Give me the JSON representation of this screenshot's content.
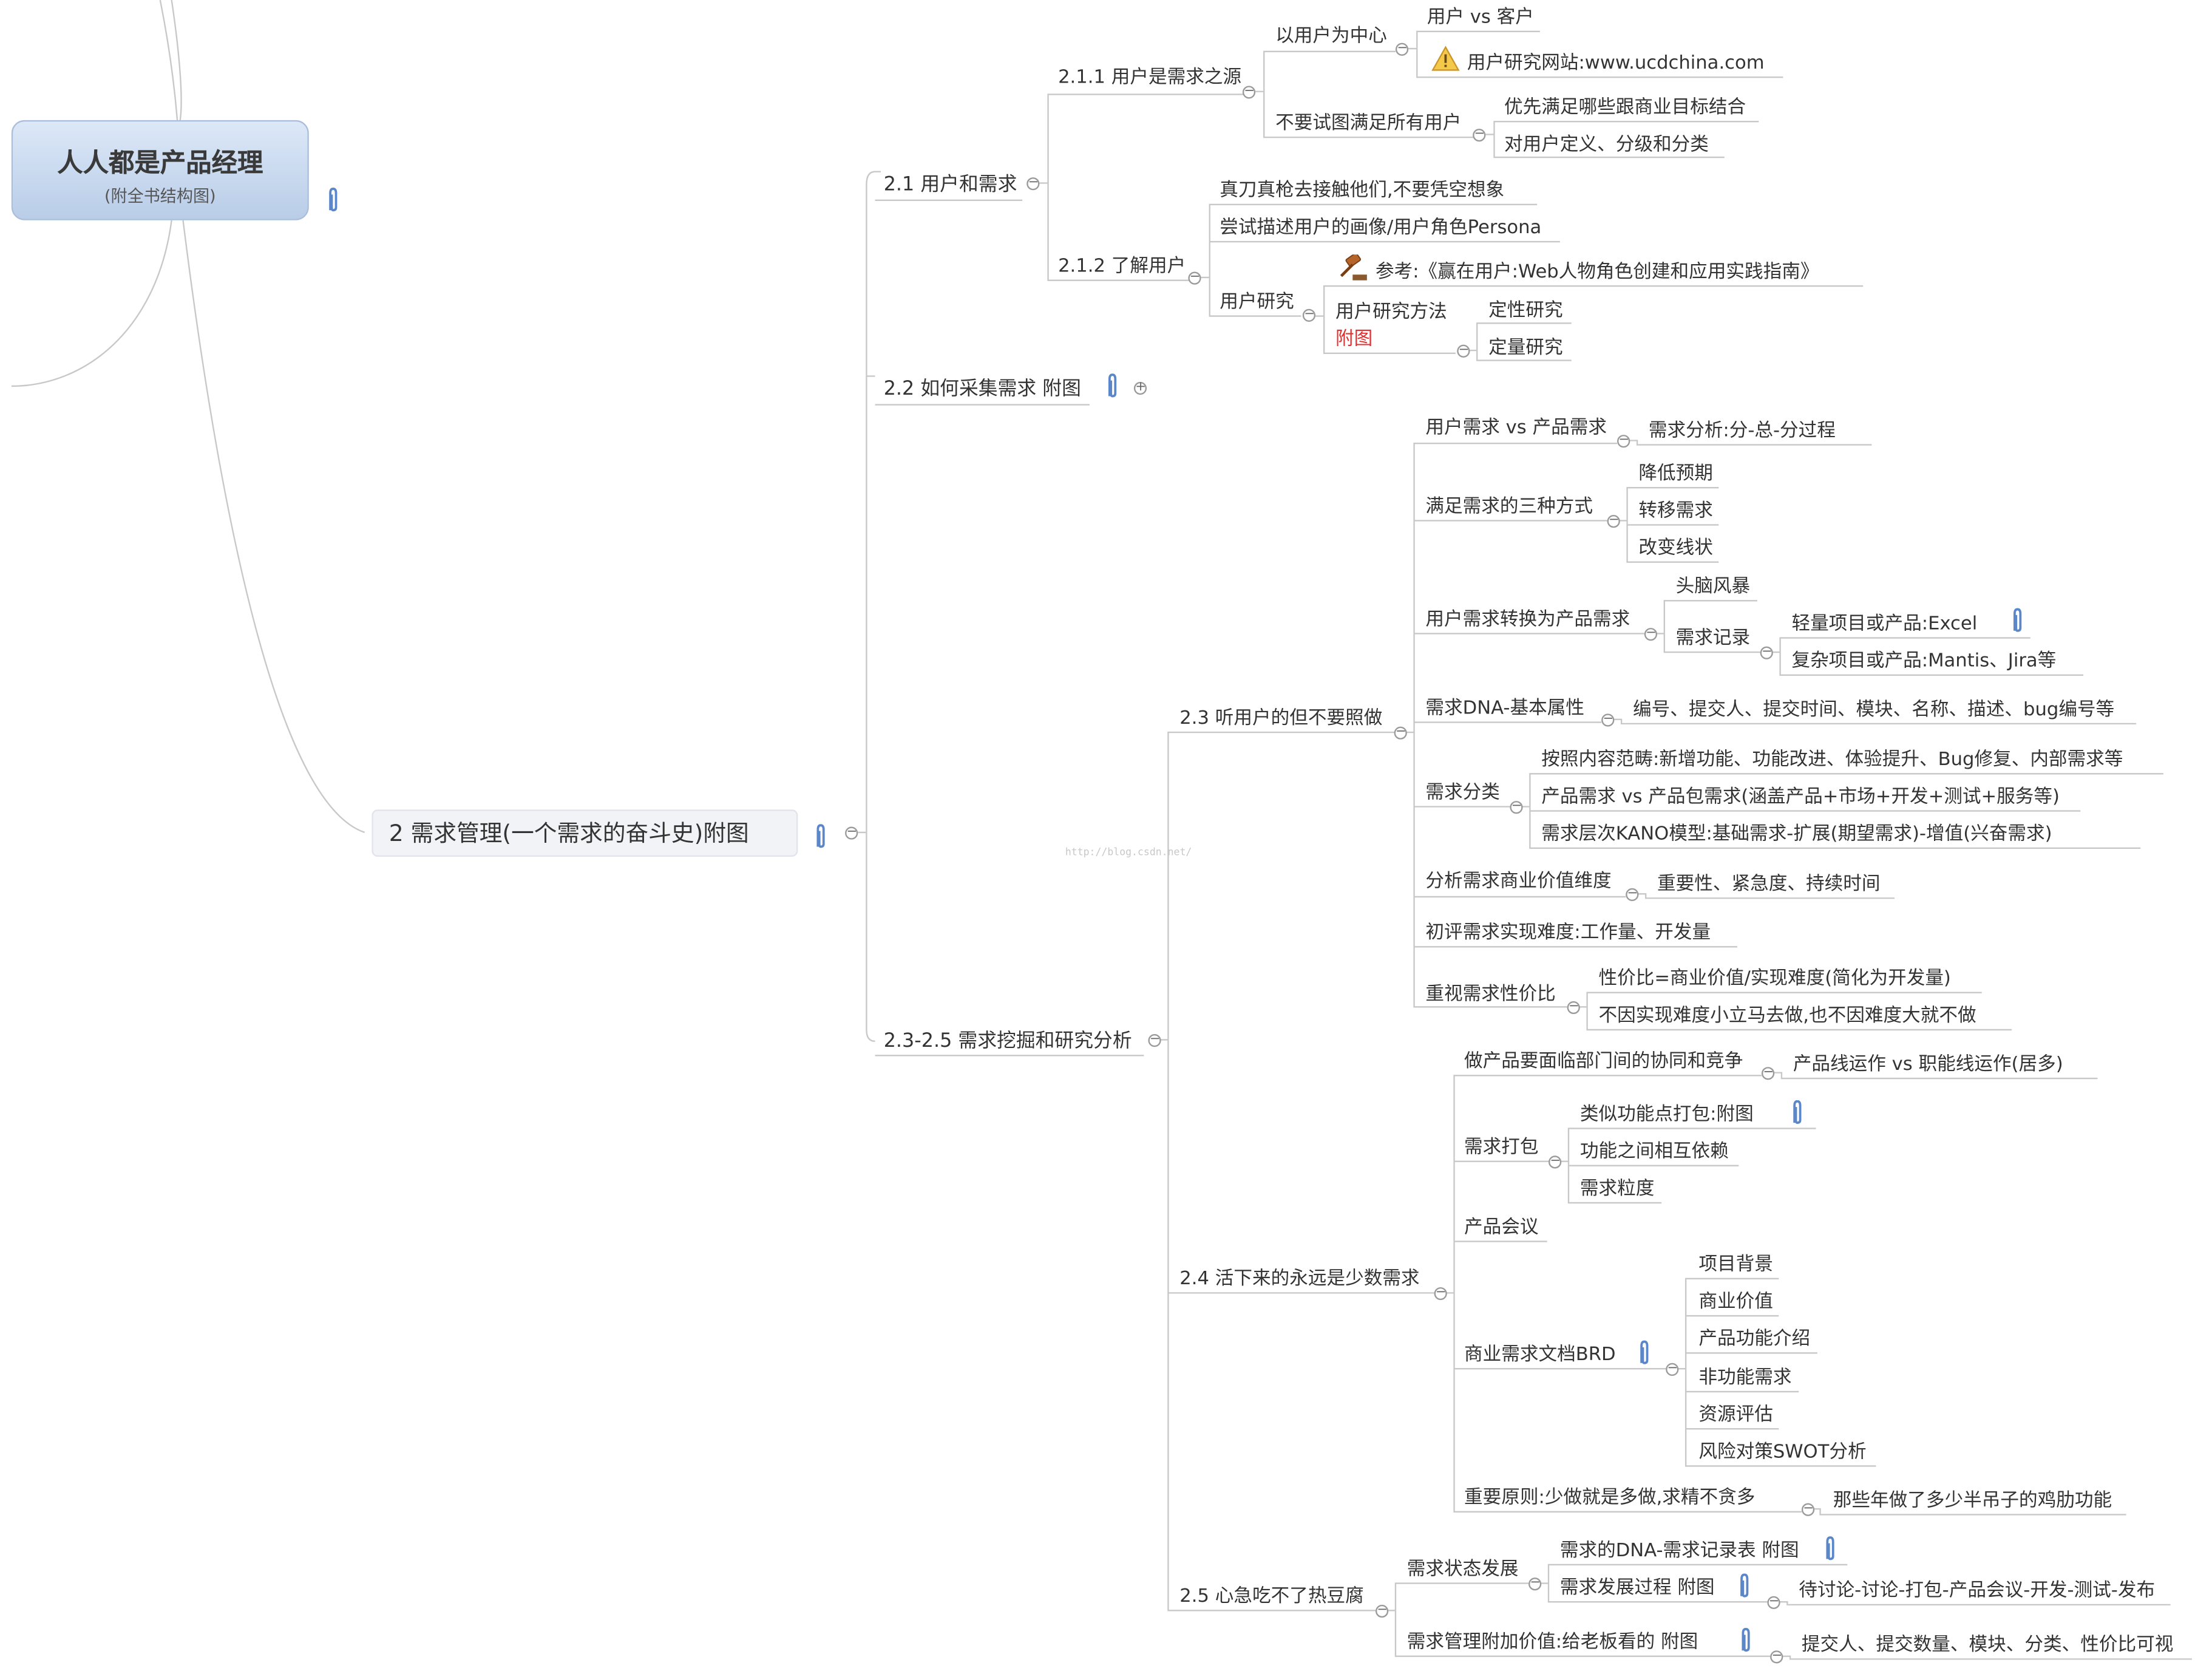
{
  "root": {
    "title": "人人都是产品经理",
    "subtitle": "(附全书结构图)"
  },
  "main_topic": "2 需求管理(一个需求的奋斗史)附图",
  "watermark": "http://blog.csdn.net/",
  "s21": {
    "label": "2.1 用户和需求",
    "s211": {
      "label": "2.1.1 用户是需求之源",
      "center": {
        "label": "以用户为中心",
        "c1": "用户 vs 客户",
        "c2": "用户研究网站:www.ucdchina.com"
      },
      "notall": {
        "label": "不要试图满足所有用户",
        "c1": "优先满足哪些跟商业目标结合",
        "c2": "对用户定义、分级和分类"
      }
    },
    "s212": {
      "label": "2.1.2 了解用户",
      "c1": "真刀真枪去接触他们,不要凭空想象",
      "c2": "尝试描述用户的画像/用户角色Persona",
      "research": {
        "label": "用户研究",
        "ref": "参考:《赢在用户:Web人物角色创建和应用实践指南》",
        "method": "用户研究方法",
        "method_note": "附图",
        "m1": "定性研究",
        "m2": "定量研究"
      }
    }
  },
  "s22": {
    "label": "2.2 如何采集需求 附图"
  },
  "s2325": {
    "label": "2.3-2.5 需求挖掘和研究分析",
    "s23": {
      "label": "2.3 听用户的但不要照做",
      "n1": {
        "label": "用户需求 vs 产品需求",
        "c1": "需求分析:分-总-分过程"
      },
      "n2": {
        "label": "满足需求的三种方式",
        "c1": "降低预期",
        "c2": "转移需求",
        "c3": "改变线状"
      },
      "n3": {
        "label": "用户需求转换为产品需求",
        "c1": "头脑风暴",
        "c2": "需求记录",
        "c2a": "轻量项目或产品:Excel",
        "c2b": "复杂项目或产品:Mantis、Jira等"
      },
      "n4": {
        "label": "需求DNA-基本属性",
        "c1": "编号、提交人、提交时间、模块、名称、描述、bug编号等"
      },
      "n5": {
        "label": "需求分类",
        "c1": "按照内容范畴:新增功能、功能改进、体验提升、Bug修复、内部需求等",
        "c2": "产品需求 vs 产品包需求(涵盖产品+市场+开发+测试+服务等)",
        "c3": "需求层次KANO模型:基础需求-扩展(期望需求)-增值(兴奋需求)"
      },
      "n6": {
        "label": "分析需求商业价值维度",
        "c1": "重要性、紧急度、持续时间"
      },
      "n7": {
        "label": "初评需求实现难度:工作量、开发量"
      },
      "n8": {
        "label": "重视需求性价比",
        "c1": "性价比=商业价值/实现难度(简化为开发量)",
        "c2": "不因实现难度小立马去做,也不因难度大就不做"
      }
    },
    "s24": {
      "label": "2.4 活下来的永远是少数需求",
      "n1": {
        "label": "做产品要面临部门间的协同和竞争",
        "c1": "产品线运作 vs 职能线运作(居多)"
      },
      "n2": {
        "label": "需求打包",
        "c1": "类似功能点打包:附图",
        "c2": "功能之间相互依赖",
        "c3": "需求粒度"
      },
      "n3": {
        "label": "产品会议"
      },
      "n4": {
        "label": "商业需求文档BRD",
        "c1": "项目背景",
        "c2": "商业价值",
        "c3": "产品功能介绍",
        "c4": "非功能需求",
        "c5": "资源评估",
        "c6": "风险对策SWOT分析"
      },
      "n5": {
        "label": "重要原则:少做就是多做,求精不贪多",
        "c1": "那些年做了多少半吊子的鸡肋功能"
      }
    },
    "s25": {
      "label": "2.5 心急吃不了热豆腐",
      "n1": {
        "label": "需求状态发展",
        "c1": "需求的DNA-需求记录表 附图",
        "c2": "需求发展过程 附图",
        "c2a": "待讨论-讨论-打包-产品会议-开发-测试-发布"
      },
      "n2": {
        "label": "需求管理附加价值:给老板看的 附图",
        "c1": "提交人、提交数量、模块、分类、性价比可视"
      }
    }
  },
  "colors": {
    "root_fill": "#c9d9ef",
    "link": "#c8c8c8",
    "accent_red": "#e03030"
  }
}
